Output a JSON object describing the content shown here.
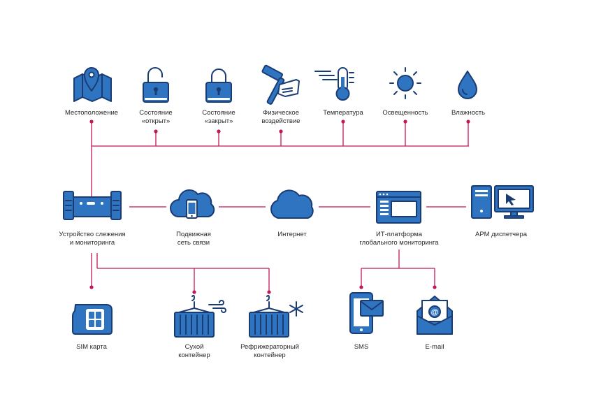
{
  "sensors": {
    "location": "Местоположение",
    "state_open_1": "Состояние",
    "state_open_2": "«открыт»",
    "state_closed_1": "Состояние",
    "state_closed_2": "«закрыт»",
    "physical_1": "Физическое",
    "physical_2": "воздействие",
    "temperature": "Температура",
    "illumination": "Освещенность",
    "humidity": "Влажность"
  },
  "chain": {
    "tracker_1": "Устройство слежения",
    "tracker_2": "и мониторинга",
    "mobile_1": "Подвижная",
    "mobile_2": "сеть связи",
    "internet": "Интернет",
    "platform_1": "ИТ-платформа",
    "platform_2": "глобального мониторинга",
    "workstation": "АРМ диспетчера"
  },
  "outputs": {
    "sim": "SIM карта",
    "dry_1": "Сухой",
    "dry_2": "контейнер",
    "reefer_1": "Рефрижераторный",
    "reefer_2": "контейнер",
    "sms": "SMS",
    "email": "E-mail"
  },
  "colors": {
    "icon_blue": "#2f74c0",
    "icon_outline": "#1b3c73",
    "connector": "#c2185b"
  }
}
